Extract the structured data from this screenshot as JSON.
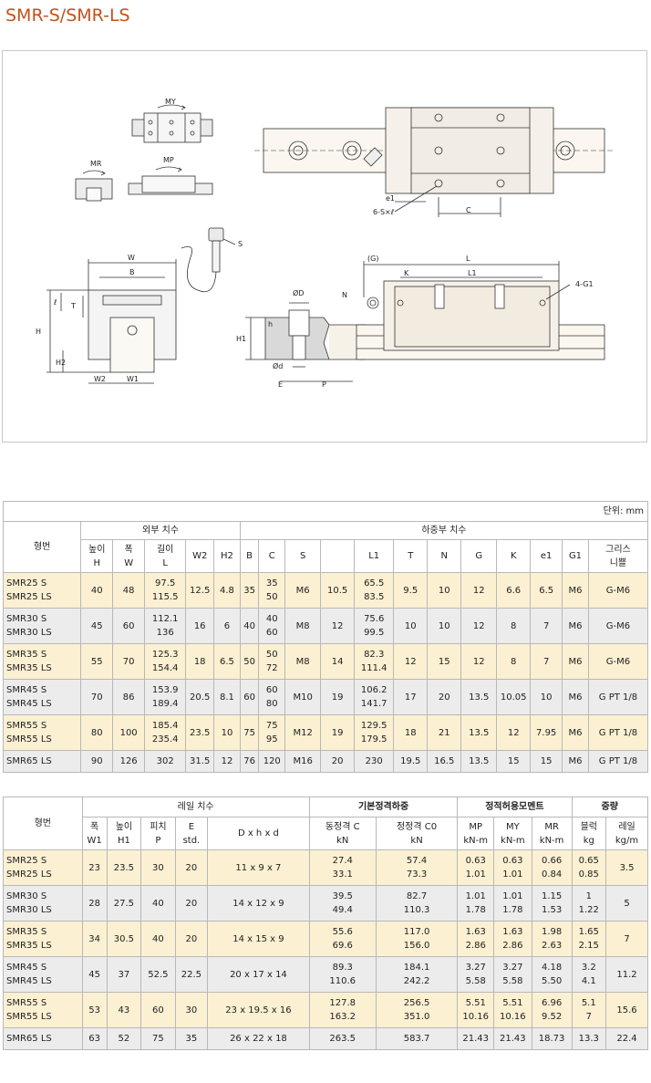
{
  "title": "SMR-S/SMR-LS",
  "diagram": {
    "labels": {
      "my": "MY",
      "mr": "MR",
      "mp": "MP",
      "s": "S",
      "w": "W",
      "b": "B",
      "l_small": "ℓ",
      "t": "T",
      "h": "H",
      "h2": "H2",
      "w2": "W2",
      "w1": "W1",
      "od_big": "ØD",
      "h_small": "h",
      "h1": "H1",
      "od_small": "Ød",
      "e": "E",
      "p": "P",
      "g": "(G)",
      "l": "L",
      "k": "K",
      "l1": "L1",
      "g1": "4-G1",
      "n": "N",
      "e1": "e1",
      "sxl": "6-S×ℓ",
      "c": "C"
    }
  },
  "table1": {
    "unit": "단위: mm",
    "model_header": "형번",
    "group_outer": "외부 치수",
    "group_load": "하중부 치수",
    "headers": [
      [
        "높이",
        "H"
      ],
      [
        "폭",
        "W"
      ],
      [
        "길이",
        "L"
      ],
      [
        "W2",
        ""
      ],
      [
        "H2",
        ""
      ],
      [
        "B",
        ""
      ],
      [
        "C",
        ""
      ],
      [
        "S",
        ""
      ],
      [
        "",
        ""
      ],
      [
        "L1",
        ""
      ],
      [
        "T",
        ""
      ],
      [
        "N",
        ""
      ],
      [
        "G",
        ""
      ],
      [
        "K",
        ""
      ],
      [
        "e1",
        ""
      ],
      [
        "G1",
        ""
      ],
      [
        "그리스",
        "니쁠"
      ]
    ],
    "rows": [
      {
        "model": [
          "SMR25 S",
          "SMR25 LS"
        ],
        "cells": [
          [
            "40"
          ],
          [
            "48"
          ],
          [
            "97.5",
            "115.5"
          ],
          [
            "12.5"
          ],
          [
            "4.8"
          ],
          [
            "35"
          ],
          [
            "35",
            "50"
          ],
          [
            "M6"
          ],
          [
            "10.5"
          ],
          [
            "65.5",
            "83.5"
          ],
          [
            "9.5"
          ],
          [
            "10"
          ],
          [
            "12"
          ],
          [
            "6.6"
          ],
          [
            "6.5"
          ],
          [
            "M6"
          ],
          [
            "G-M6"
          ]
        ]
      },
      {
        "model": [
          "SMR30 S",
          "SMR30 LS"
        ],
        "cells": [
          [
            "45"
          ],
          [
            "60"
          ],
          [
            "112.1",
            "136"
          ],
          [
            "16"
          ],
          [
            "6"
          ],
          [
            "40"
          ],
          [
            "40",
            "60"
          ],
          [
            "M8"
          ],
          [
            "12"
          ],
          [
            "75.6",
            "99.5"
          ],
          [
            "10"
          ],
          [
            "10"
          ],
          [
            "12"
          ],
          [
            "8"
          ],
          [
            "7"
          ],
          [
            "M6"
          ],
          [
            "G-M6"
          ]
        ]
      },
      {
        "model": [
          "SMR35 S",
          "SMR35 LS"
        ],
        "cells": [
          [
            "55"
          ],
          [
            "70"
          ],
          [
            "125.3",
            "154.4"
          ],
          [
            "18"
          ],
          [
            "6.5"
          ],
          [
            "50"
          ],
          [
            "50",
            "72"
          ],
          [
            "M8"
          ],
          [
            "14"
          ],
          [
            "82.3",
            "111.4"
          ],
          [
            "12"
          ],
          [
            "15"
          ],
          [
            "12"
          ],
          [
            "8"
          ],
          [
            "7"
          ],
          [
            "M6"
          ],
          [
            "G-M6"
          ]
        ]
      },
      {
        "model": [
          "SMR45 S",
          "SMR45 LS"
        ],
        "cells": [
          [
            "70"
          ],
          [
            "86"
          ],
          [
            "153.9",
            "189.4"
          ],
          [
            "20.5"
          ],
          [
            "8.1"
          ],
          [
            "60"
          ],
          [
            "60",
            "80"
          ],
          [
            "M10"
          ],
          [
            "19"
          ],
          [
            "106.2",
            "141.7"
          ],
          [
            "17"
          ],
          [
            "20"
          ],
          [
            "13.5"
          ],
          [
            "10.05"
          ],
          [
            "10"
          ],
          [
            "M6"
          ],
          [
            "G PT 1/8"
          ]
        ]
      },
      {
        "model": [
          "SMR55 S",
          "SMR55 LS"
        ],
        "cells": [
          [
            "80"
          ],
          [
            "100"
          ],
          [
            "185.4",
            "235.4"
          ],
          [
            "23.5"
          ],
          [
            "10"
          ],
          [
            "75"
          ],
          [
            "75",
            "95"
          ],
          [
            "M12"
          ],
          [
            "19"
          ],
          [
            "129.5",
            "179.5"
          ],
          [
            "18"
          ],
          [
            "21"
          ],
          [
            "13.5"
          ],
          [
            "12"
          ],
          [
            "7.95"
          ],
          [
            "M6"
          ],
          [
            "G PT 1/8"
          ]
        ]
      },
      {
        "model": [
          "SMR65 LS"
        ],
        "cells": [
          [
            "90"
          ],
          [
            "126"
          ],
          [
            "302"
          ],
          [
            "31.5"
          ],
          [
            "12"
          ],
          [
            "76"
          ],
          [
            "120"
          ],
          [
            "M16"
          ],
          [
            "20"
          ],
          [
            "230"
          ],
          [
            "19.5"
          ],
          [
            "16.5"
          ],
          [
            "13.5"
          ],
          [
            "15"
          ],
          [
            "15"
          ],
          [
            "M6"
          ],
          [
            "G PT 1/8"
          ]
        ]
      }
    ]
  },
  "table2": {
    "model_header": "형번",
    "group_rail": "레일 치수",
    "group_load": "기본정격하중",
    "group_moment": "정적허용모멘트",
    "group_weight": "중량",
    "headers": [
      [
        "폭",
        "W1"
      ],
      [
        "높이",
        "H1"
      ],
      [
        "피치",
        "P"
      ],
      [
        "E",
        "std."
      ],
      [
        "D x h x d",
        ""
      ],
      [
        "동정격 C",
        "kN"
      ],
      [
        "정정격 C0",
        "kN"
      ],
      [
        "MP",
        "kN-m"
      ],
      [
        "MY",
        "kN-m"
      ],
      [
        "MR",
        "kN-m"
      ],
      [
        "블럭",
        "kg"
      ],
      [
        "레일",
        "kg/m"
      ]
    ],
    "rows": [
      {
        "model": [
          "SMR25 S",
          "SMR25 LS"
        ],
        "cells": [
          [
            "23"
          ],
          [
            "23.5"
          ],
          [
            "30"
          ],
          [
            "20"
          ],
          [
            "11 x 9 x 7"
          ],
          [
            "27.4",
            "33.1"
          ],
          [
            "57.4",
            "73.3"
          ],
          [
            "0.63",
            "1.01"
          ],
          [
            "0.63",
            "1.01"
          ],
          [
            "0.66",
            "0.84"
          ],
          [
            "0.65",
            "0.85"
          ],
          [
            "3.5"
          ]
        ]
      },
      {
        "model": [
          "SMR30 S",
          "SMR30 LS"
        ],
        "cells": [
          [
            "28"
          ],
          [
            "27.5"
          ],
          [
            "40"
          ],
          [
            "20"
          ],
          [
            "14 x 12 x 9"
          ],
          [
            "39.5",
            "49.4"
          ],
          [
            "82.7",
            "110.3"
          ],
          [
            "1.01",
            "1.78"
          ],
          [
            "1.01",
            "1.78"
          ],
          [
            "1.15",
            "1.53"
          ],
          [
            "1",
            "1.22"
          ],
          [
            "5"
          ]
        ]
      },
      {
        "model": [
          "SMR35 S",
          "SMR35 LS"
        ],
        "cells": [
          [
            "34"
          ],
          [
            "30.5"
          ],
          [
            "40"
          ],
          [
            "20"
          ],
          [
            "14 x 15 x 9"
          ],
          [
            "55.6",
            "69.6"
          ],
          [
            "117.0",
            "156.0"
          ],
          [
            "1.63",
            "2.86"
          ],
          [
            "1.63",
            "2.86"
          ],
          [
            "1.98",
            "2.63"
          ],
          [
            "1.65",
            "2.15"
          ],
          [
            "7"
          ]
        ]
      },
      {
        "model": [
          "SMR45 S",
          "SMR45 LS"
        ],
        "cells": [
          [
            "45"
          ],
          [
            "37"
          ],
          [
            "52.5"
          ],
          [
            "22.5"
          ],
          [
            "20 x 17 x 14"
          ],
          [
            "89.3",
            "110.6"
          ],
          [
            "184.1",
            "242.2"
          ],
          [
            "3.27",
            "5.58"
          ],
          [
            "3.27",
            "5.58"
          ],
          [
            "4.18",
            "5.50"
          ],
          [
            "3.2",
            "4.1"
          ],
          [
            "11.2"
          ]
        ]
      },
      {
        "model": [
          "SMR55 S",
          "SMR55 LS"
        ],
        "cells": [
          [
            "53"
          ],
          [
            "43"
          ],
          [
            "60"
          ],
          [
            "30"
          ],
          [
            "23 x 19.5 x 16"
          ],
          [
            "127.8",
            "163.2"
          ],
          [
            "256.5",
            "351.0"
          ],
          [
            "5.51",
            "10.16"
          ],
          [
            "5.51",
            "10.16"
          ],
          [
            "6.96",
            "9.52"
          ],
          [
            "5.1",
            "7"
          ],
          [
            "15.6"
          ]
        ]
      },
      {
        "model": [
          "SMR65 LS"
        ],
        "cells": [
          [
            "63"
          ],
          [
            "52"
          ],
          [
            "75"
          ],
          [
            "35"
          ],
          [
            "26 x 22 x 18"
          ],
          [
            "263.5"
          ],
          [
            "583.7"
          ],
          [
            "21.43"
          ],
          [
            "21.43"
          ],
          [
            "18.73"
          ],
          [
            "13.3"
          ],
          [
            "22.4"
          ]
        ]
      }
    ]
  }
}
